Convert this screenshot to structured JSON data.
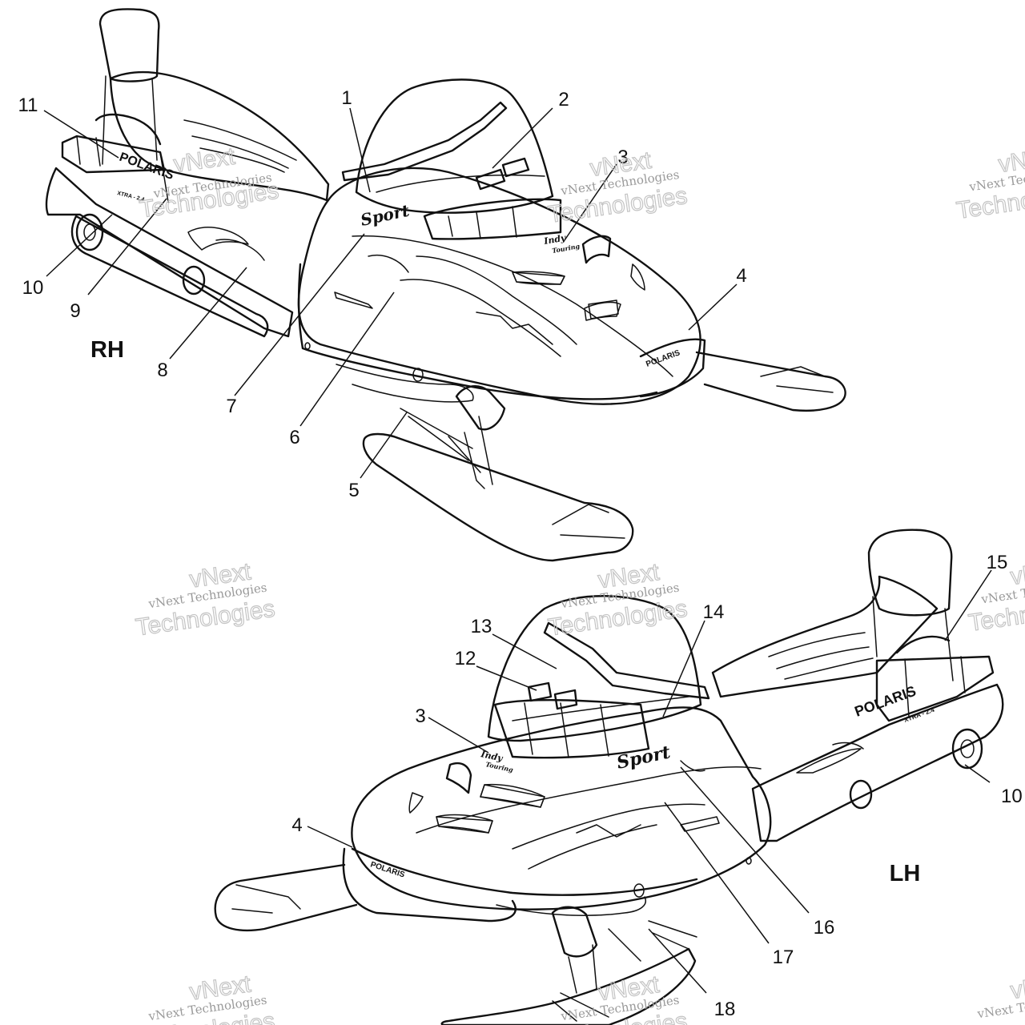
{
  "views": {
    "rh": {
      "label": "RH"
    },
    "lh": {
      "label": "LH"
    }
  },
  "callouts": {
    "rh": [
      "1",
      "2",
      "3",
      "4",
      "5",
      "6",
      "7",
      "8",
      "9",
      "10",
      "11"
    ],
    "lh": [
      "3",
      "4",
      "10",
      "12",
      "13",
      "14",
      "15",
      "16",
      "17",
      "18"
    ]
  },
  "decals": {
    "brand": "POLARIS",
    "model": "Sport",
    "series": "Indy",
    "series_sub": "Touring",
    "bumper_tag": "XTRA - 2.4"
  },
  "watermark": {
    "line1": "vNext Technologies",
    "line2": "vNext",
    "line3": "Technologies"
  }
}
